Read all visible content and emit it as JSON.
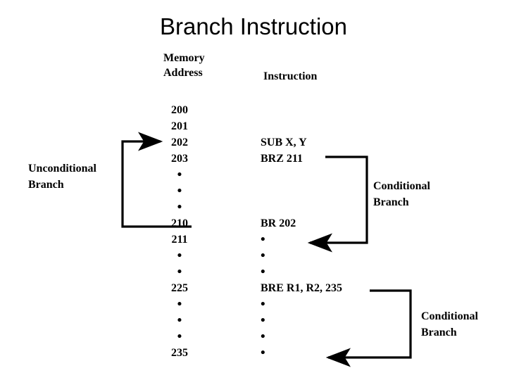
{
  "slide": {
    "title": "Branch Instruction"
  },
  "headers": {
    "memory_address": "Memory\nAddress",
    "instruction": "Instruction"
  },
  "table": {
    "rows": [
      {
        "address": "200",
        "instruction": ""
      },
      {
        "address": "201",
        "instruction": ""
      },
      {
        "address": "202",
        "instruction": "SUB X, Y"
      },
      {
        "address": "203",
        "instruction": "BRZ 211"
      },
      {
        "address": "•",
        "instruction": ""
      },
      {
        "address": "•",
        "instruction": ""
      },
      {
        "address": "•",
        "instruction": ""
      },
      {
        "address": "210",
        "instruction": "BR 202"
      },
      {
        "address": "211",
        "instruction": "•"
      },
      {
        "address": "•",
        "instruction": "•"
      },
      {
        "address": "•",
        "instruction": "•"
      },
      {
        "address": "225",
        "instruction": "BRE R1, R2, 235"
      },
      {
        "address": "•",
        "instruction": "•"
      },
      {
        "address": "•",
        "instruction": "•"
      },
      {
        "address": "•",
        "instruction": "•"
      },
      {
        "address": "235",
        "instruction": "•"
      }
    ]
  },
  "annotations": {
    "unconditional_branch": "Unconditional\nBranch",
    "conditional_branch_1": "Conditional\nBranch",
    "conditional_branch_2": "Conditional\nBranch"
  },
  "colors": {
    "background": "#ffffff",
    "ink": "#000000",
    "arrow": "#000000"
  }
}
